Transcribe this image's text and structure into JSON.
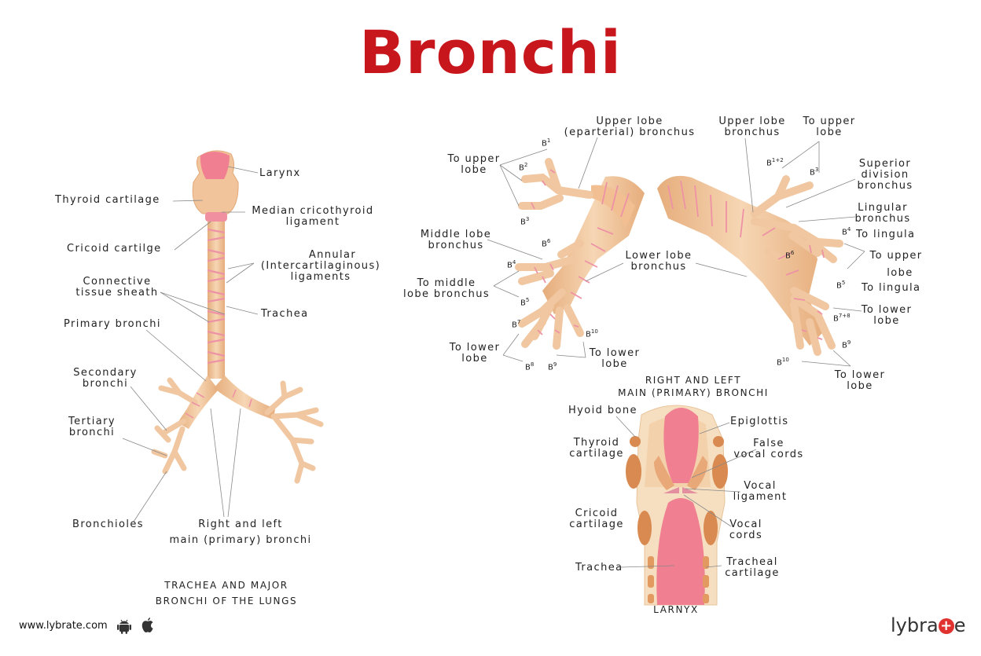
{
  "title": "Bronchi",
  "colors": {
    "title": "#c8161d",
    "tissue": "#f2c9a0",
    "tissue_dark": "#e3a978",
    "pink": "#ee8a9a",
    "cartilage": "#d98a50",
    "brand_plus": "#e0322f"
  },
  "trachea_diagram": {
    "labels": {
      "larynx": "Larynx",
      "thyroid": "Thyroid cartilage",
      "median_1": "Median cricothyroid",
      "median_2": "ligament",
      "cricoid": "Cricoid cartilge",
      "annular_1": "Annular",
      "annular_2": "(Intercartilaginous)",
      "annular_3": "ligaments",
      "connective_1": "Connective",
      "connective_2": "tissue sheath",
      "trachea": "Trachea",
      "primary": "Primary bronchi",
      "secondary_1": "Secondary",
      "secondary_2": "bronchi",
      "tertiary_1": "Tertiary",
      "tertiary_2": "bronchi",
      "bronchioles": "Bronchioles",
      "rightleft_1": "Right and left",
      "rightleft_2": "main (primary) bronchi"
    },
    "caption_1": "TRACHEA AND MAJOR",
    "caption_2": "BRONCHI OF THE LUNGS"
  },
  "bronchi_diagram": {
    "labels": {
      "upper_ep_1": "Upper lobe",
      "upper_ep_2": "(eparterial) bronchus",
      "to_upper_1": "To upper",
      "to_upper_2": "lobe",
      "middle_1": "Middle lobe",
      "middle_2": "bronchus",
      "tomiddle_1": "To middle",
      "tomiddle_2": "lobe bronchus",
      "tolower_r_1": "To lower",
      "tolower_r_2": "lobe",
      "tolower_r2_1": "To lower",
      "tolower_r2_2": "lobe",
      "lower_1": "Lower lobe",
      "lower_2": "bronchus",
      "upper_l_1": "Upper lobe",
      "upper_l_2": "bronchus",
      "to_upper_l_1": "To upper",
      "to_upper_l_2": "lobe",
      "superior_1": "Superior",
      "superior_2": "division",
      "superior_3": "bronchus",
      "lingular_1": "Lingular",
      "lingular_2": "bronchus",
      "tolingula_1": "To lingula",
      "to_upper_lobe_l_1": "To upper",
      "to_upper_lobe_l_2": "lobe",
      "tolingula_2": "To lingula",
      "tolower_l_1": "To lower",
      "tolower_l_2": "lobe",
      "tolower_l2_1": "To lower",
      "tolower_l2_2": "lobe"
    },
    "segments": {
      "b1": "1",
      "b2": "2",
      "b3": "3",
      "b4": "4",
      "b5": "5",
      "b6": "6",
      "b7": "7",
      "b8": "8",
      "b9": "9",
      "b10": "10",
      "l12": "1+2",
      "l3": "3",
      "l4": "4",
      "l5": "5",
      "l6": "6",
      "l78": "7+8",
      "l9": "9",
      "l10": "10",
      "prefix": "B"
    },
    "caption_1": "RIGHT AND LEFT",
    "caption_2": "MAIN (PRIMARY) BRONCHI"
  },
  "larynx_diagram": {
    "labels": {
      "hyoid": "Hyoid bone",
      "epiglottis": "Epiglottis",
      "thyroid_1": "Thyroid",
      "thyroid_2": "cartilage",
      "false_1": "False",
      "false_2": "vocal cords",
      "vocal_lig_1": "Vocal",
      "vocal_lig_2": "ligament",
      "cricoid_1": "Cricoid",
      "cricoid_2": "cartilage",
      "vocal_c_1": "Vocal",
      "vocal_c_2": "cords",
      "trachea": "Trachea",
      "tracheal_1": "Tracheal",
      "tracheal_2": "cartilage"
    },
    "caption": "LARNYX"
  },
  "footer": {
    "website": "www.lybrate.com",
    "android_icon": "android-icon",
    "apple_icon": "apple-icon",
    "brand_pre": "lybra",
    "brand_post": "e"
  }
}
